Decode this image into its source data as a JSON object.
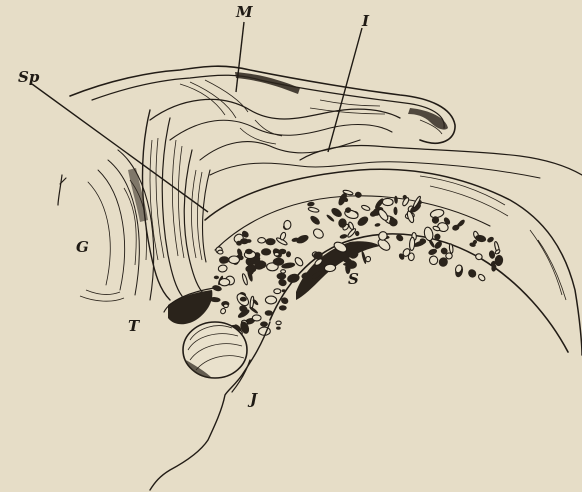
{
  "labels": {
    "M": "M",
    "I": "I",
    "Sp": "Sp",
    "G": "G",
    "T": "T",
    "S": "S",
    "J": "J"
  },
  "colors": {
    "paper": "#e9e1cc",
    "ink": "#221c16"
  }
}
